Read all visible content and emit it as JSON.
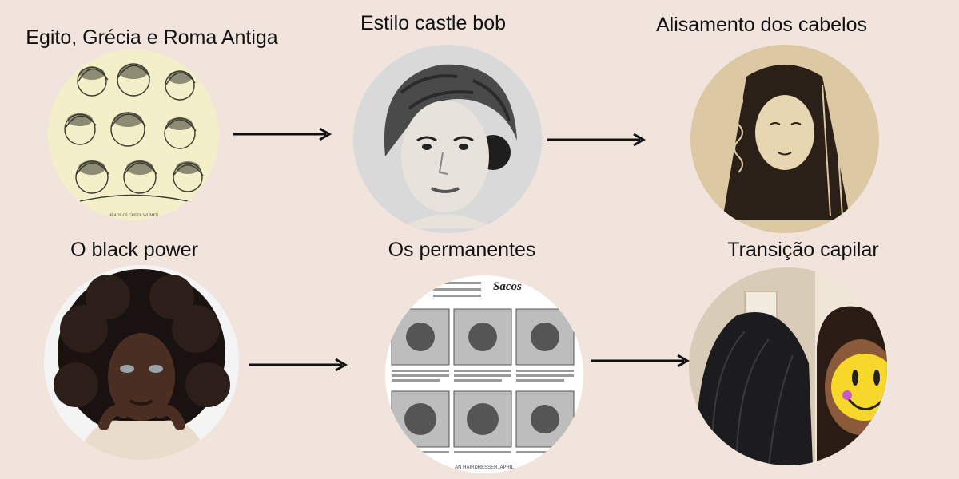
{
  "nodes": [
    {
      "label": "Egito, Grécia e Roma Antiga"
    },
    {
      "label": "Estilo castle bob"
    },
    {
      "label": "Alisamento dos cabelos"
    },
    {
      "label": "O black power"
    },
    {
      "label": "Os permanentes"
    },
    {
      "label": "Transição capilar"
    }
  ],
  "image_captions": {
    "greek": "HEADS OF GREEK WOMEN",
    "magazine_title": "Sacos",
    "magazine_footer": "AN HAIRDRESSER, APRIL"
  },
  "colors": {
    "background": "#f0e4dd",
    "arrow": "#111111",
    "smiley": "#f7d82a"
  }
}
